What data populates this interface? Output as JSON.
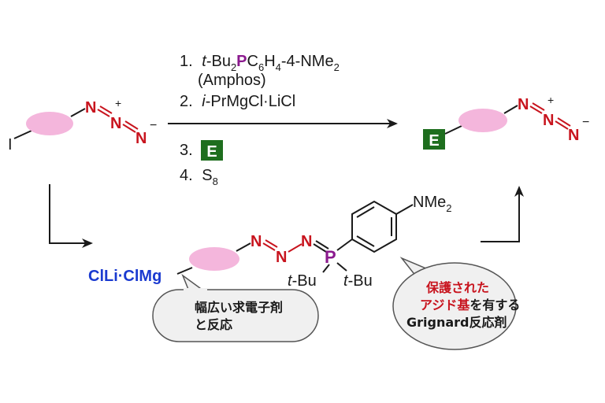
{
  "conditions": {
    "step1_num": "1.",
    "step1_tbu": "t",
    "step1_bu": "-Bu",
    "step1_sub2": "2",
    "step1_P": "P",
    "step1_C": "C",
    "step1_sub6": "6",
    "step1_H": "H",
    "step1_sub4": "4",
    "step1_rest": "-4-NMe",
    "step1_sub2b": "2",
    "step1_paren": "(Amphos)",
    "step2_num": "2.",
    "step2_i": "i",
    "step2_rest": "-PrMgCl·LiCl",
    "step3_num": "3.",
    "step3_box": "E",
    "step4_num": "4.",
    "step4_S": "S",
    "step4_sub8": "8"
  },
  "start": {
    "I": "I",
    "N1": "N",
    "N2": "N",
    "N3": "N",
    "plus": "+",
    "minus": "−"
  },
  "product": {
    "E": "E",
    "N1": "N",
    "N2": "N",
    "N3": "N",
    "plus": "+",
    "minus": "−"
  },
  "intermediate": {
    "mg": "ClLi·ClMg",
    "N1": "N",
    "N2": "N",
    "N3": "N",
    "P": "P",
    "NMe": "NMe",
    "NMe_sub": "2",
    "tbu1_t": "t",
    "tbu1_rest": "-Bu",
    "tbu2_t": "t",
    "tbu2_rest": "-Bu"
  },
  "bubble_left": {
    "line1": "幅広い求電子剤",
    "line2": "と反応"
  },
  "bubble_right": {
    "line1": "保護された",
    "line2_red": "アジド基",
    "line2_rest": "を有する",
    "line3": "Grignard反応剤"
  },
  "colors": {
    "nitrogen": "#c8141e",
    "phosphorus": "#8b1a8e",
    "mg": "#1a3ad0",
    "electrophile_box": "#1e6e1e",
    "blob": "#f4b6dc"
  }
}
